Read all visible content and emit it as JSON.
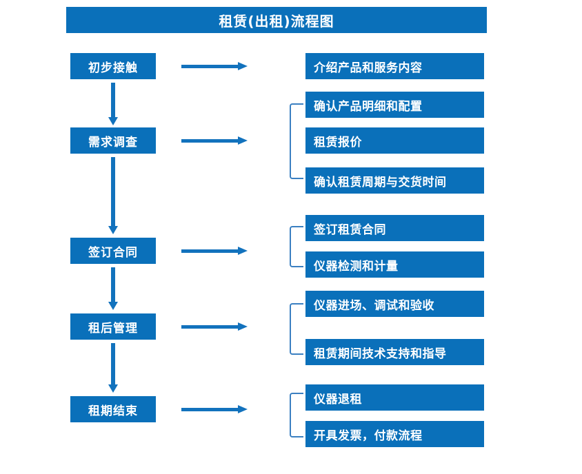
{
  "diagram": {
    "title": "租赁(出租)流程图",
    "accent_color": "#0a70ba",
    "arrow_color": "#1272bd",
    "bracket_color": "#3a7fc1",
    "text_color": "#ffffff",
    "background_color": "#ffffff"
  },
  "stages": [
    {
      "label": "初步接触"
    },
    {
      "label": "需求调查"
    },
    {
      "label": "签订合同"
    },
    {
      "label": "租后管理"
    },
    {
      "label": "租期结束"
    }
  ],
  "details": [
    {
      "label": "介绍产品和服务内容"
    },
    {
      "label": "确认产品明细和配置"
    },
    {
      "label": "租赁报价"
    },
    {
      "label": "确认租赁周期与交货时间"
    },
    {
      "label": "签订租赁合同"
    },
    {
      "label": "仪器检测和计量"
    },
    {
      "label": "仪器进场、调试和验收"
    },
    {
      "label": "租赁期间技术支持和指导"
    },
    {
      "label": "仪器退租"
    },
    {
      "label": "开具发票，付款流程"
    }
  ],
  "flow": {
    "stage_to_detail_arrows": 5,
    "stage_to_stage_arrows": 4,
    "group_brackets": 4
  }
}
